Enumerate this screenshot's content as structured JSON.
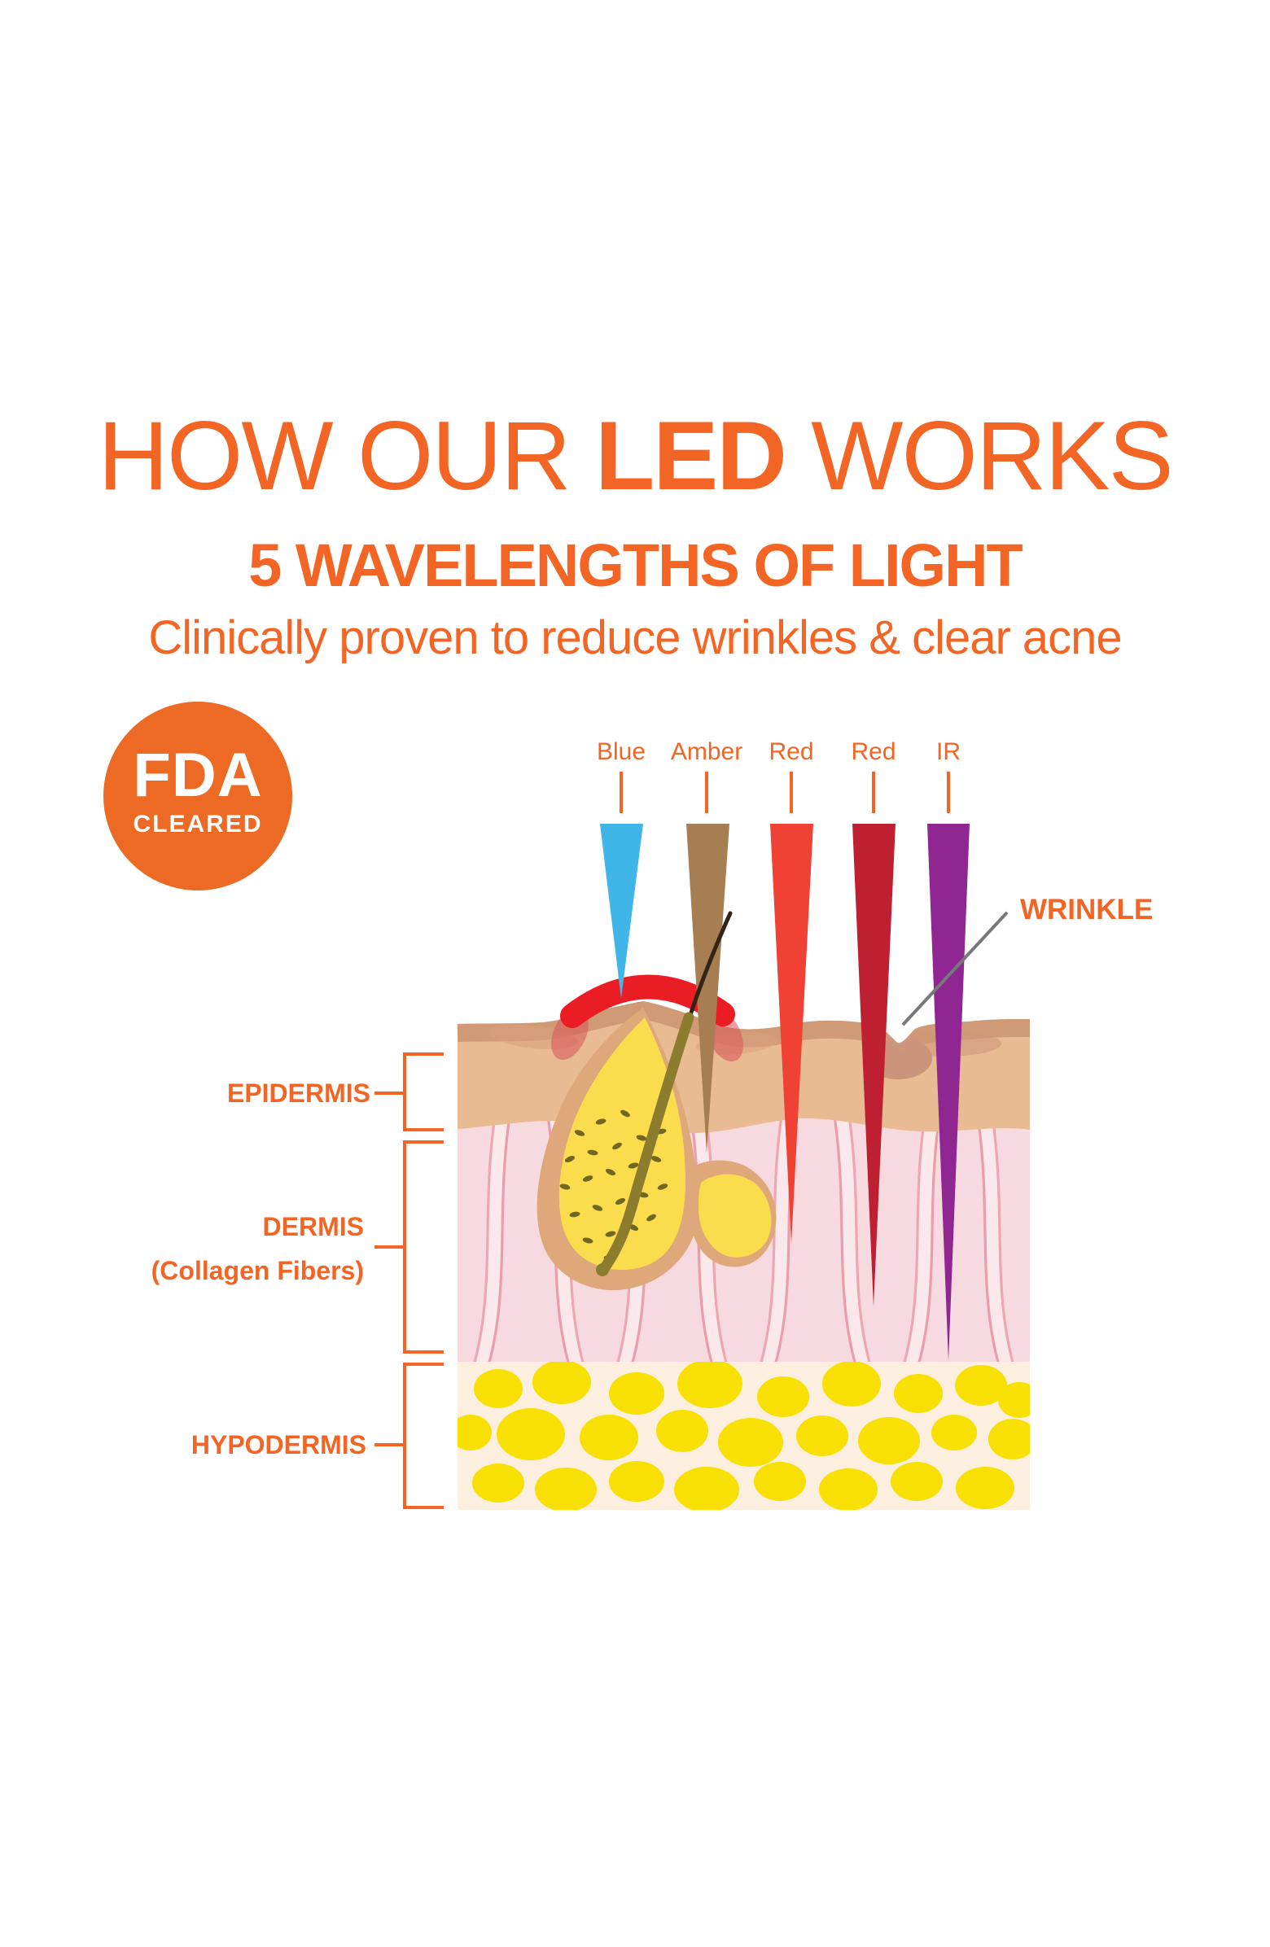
{
  "colors": {
    "accent": "#F26524",
    "badge": "#ED6A24",
    "pointer_line": "#77787B",
    "epidermis_fill": "#E9BB92",
    "dermis_fill": "#F7DADF",
    "hypodermis_fill": "#FCEFE0",
    "fat_cell": "#F8DF04",
    "inflammation": "#EA1D25",
    "gland_yellow": "#FBDC4D"
  },
  "header": {
    "title_pre": "HOW OUR ",
    "title_em": "LED",
    "title_post": " WORKS",
    "subtitle": "5 WAVELENGTHS OF LIGHT",
    "tagline": "Clinically proven to reduce wrinkles & clear acne"
  },
  "badge": {
    "line1": "FDA",
    "line2": "CLEARED"
  },
  "beams": [
    {
      "label": "Blue",
      "color": "#3FB5E8"
    },
    {
      "label": "Amber",
      "color": "#A67E52"
    },
    {
      "label": "Red",
      "color": "#EF4134"
    },
    {
      "label": "Red",
      "color": "#BE2031"
    },
    {
      "label": "IR",
      "color": "#8F2691"
    }
  ],
  "annotations": {
    "wrinkle": "WRINKLE"
  },
  "layers": [
    {
      "label": "EPIDERMIS"
    },
    {
      "label": "DERMIS",
      "sublabel": "(Collagen Fibers)"
    },
    {
      "label": "HYPODERMIS"
    }
  ]
}
